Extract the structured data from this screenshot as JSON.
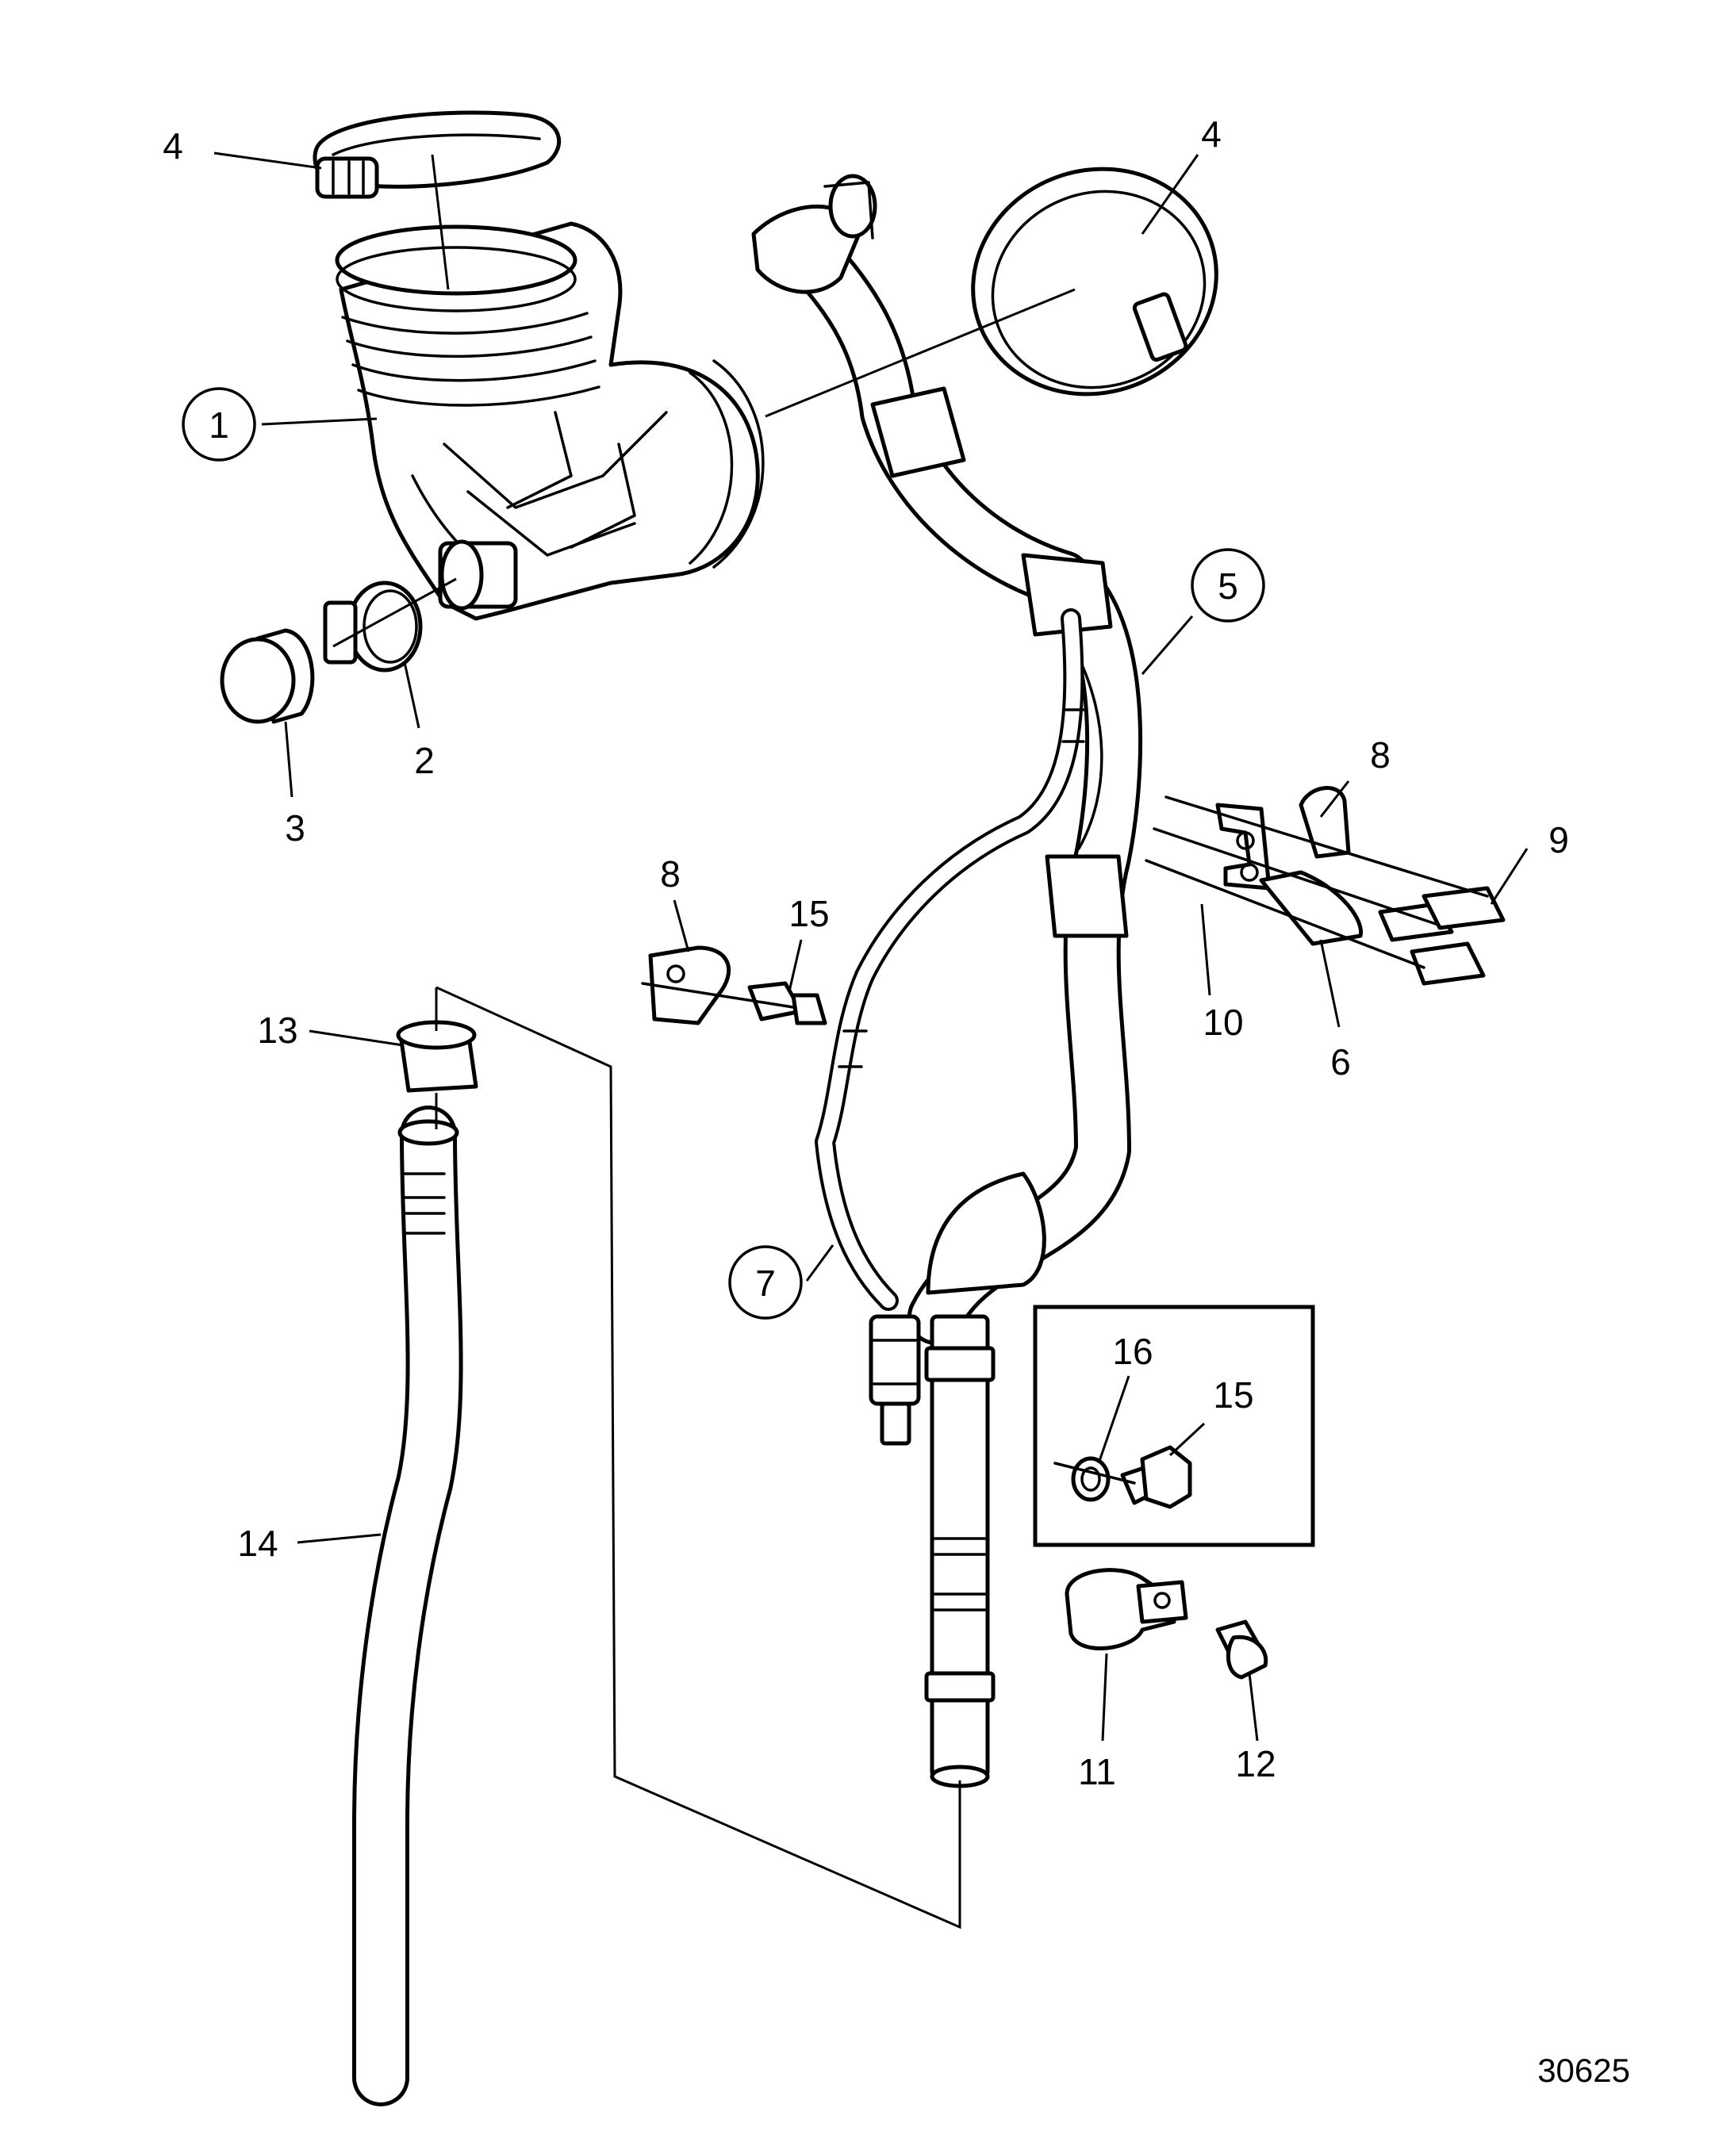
{
  "diagram": {
    "drawing_number": "30625",
    "callouts": {
      "c1": "1",
      "c2": "2",
      "c3": "3",
      "c4a": "4",
      "c4b": "4",
      "c5": "5",
      "c6": "6",
      "c7": "7",
      "c8a": "8",
      "c8b": "8",
      "c9": "9",
      "c10": "10",
      "c11": "11",
      "c12": "12",
      "c13": "13",
      "c14": "14",
      "c15a": "15",
      "c15b": "15",
      "c16": "16"
    },
    "colors": {
      "ink": "#000000",
      "paper": "#ffffff"
    }
  }
}
